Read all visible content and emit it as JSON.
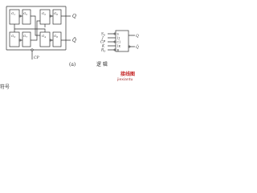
{
  "left_diagram": {
    "gates": [
      {
        "id": "g1",
        "label": "G",
        "sub": "1"
      },
      {
        "id": "g2",
        "label": "G",
        "sub": "2"
      },
      {
        "id": "g3",
        "label": "G",
        "sub": "3"
      },
      {
        "id": "g4",
        "label": "G",
        "sub": "4"
      },
      {
        "id": "g5",
        "label": "G",
        "sub": "5"
      },
      {
        "id": "g6",
        "label": "G",
        "sub": "6"
      },
      {
        "id": "g7",
        "label": "G",
        "sub": "7"
      },
      {
        "id": "g8",
        "label": "G",
        "sub": "8"
      }
    ],
    "outputs": [
      {
        "label": "Q"
      },
      {
        "label": "Q̄"
      }
    ],
    "clock_label": "CP",
    "caption": "(a)"
  },
  "right_diagram": {
    "inputs": [
      {
        "label": "S",
        "sub": "D"
      },
      {
        "label": "J"
      },
      {
        "label": "CP"
      },
      {
        "label": "K"
      },
      {
        "label": "R",
        "sub": "D"
      }
    ],
    "box_pins": [
      {
        "label": "S"
      },
      {
        "label": "1J"
      },
      {
        "label": "C1"
      },
      {
        "label": "1K"
      },
      {
        "label": "R"
      }
    ],
    "outputs": [
      {
        "label": "Q"
      },
      {
        "label": "Q̄"
      }
    ],
    "caption": "逻    辑"
  },
  "footer_text": "符号",
  "watermark": {
    "line1": "接线图",
    "line2": "jiexiantu"
  }
}
